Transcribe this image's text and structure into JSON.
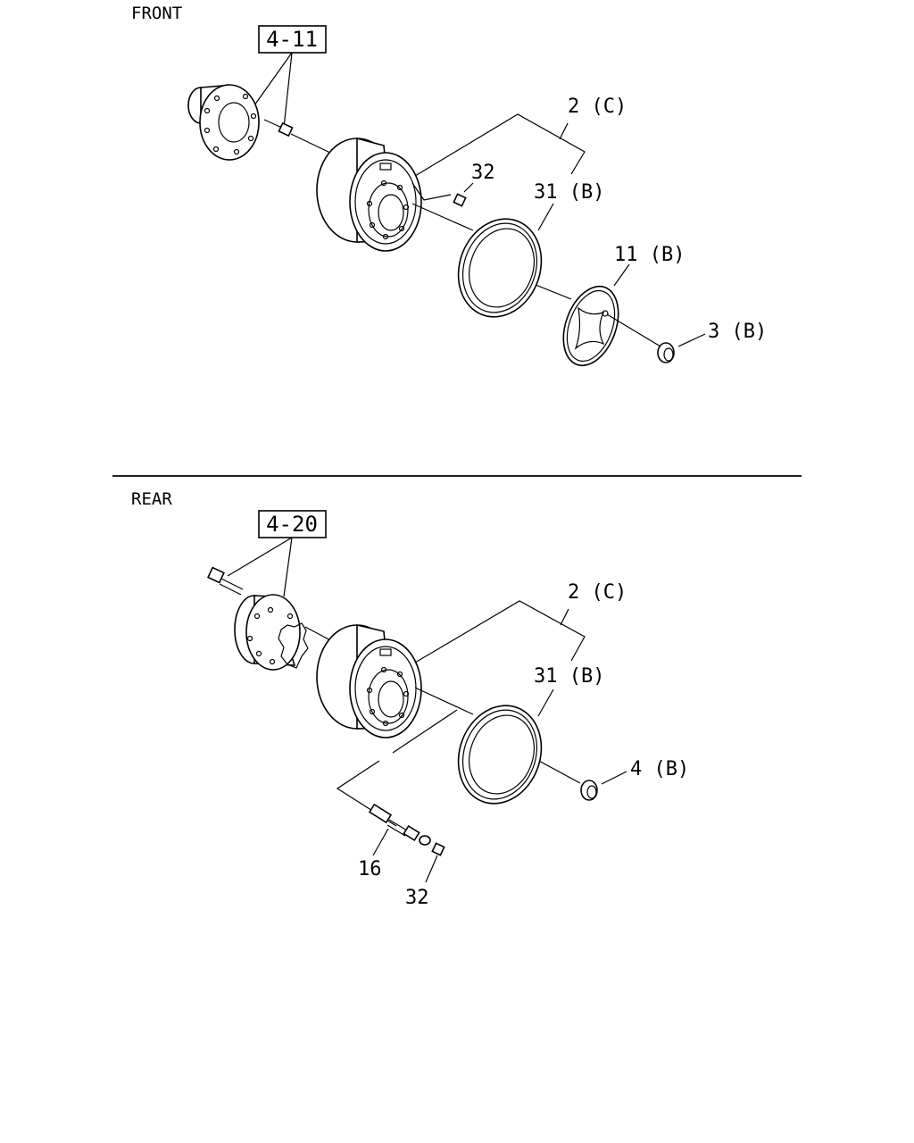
{
  "sections": {
    "front": {
      "title": "FRONT",
      "ref_box": "4-11",
      "labels": {
        "wheel": "2 (C)",
        "cap": "32",
        "ring": "31 (B)",
        "cover": "11 (B)",
        "nut": "3 (B)"
      }
    },
    "rear": {
      "title": "REAR",
      "ref_box": "4-20",
      "labels": {
        "wheel": "2 (C)",
        "ring": "31 (B)",
        "nut": "4 (B)",
        "valve": "16",
        "cap": "32"
      }
    }
  }
}
